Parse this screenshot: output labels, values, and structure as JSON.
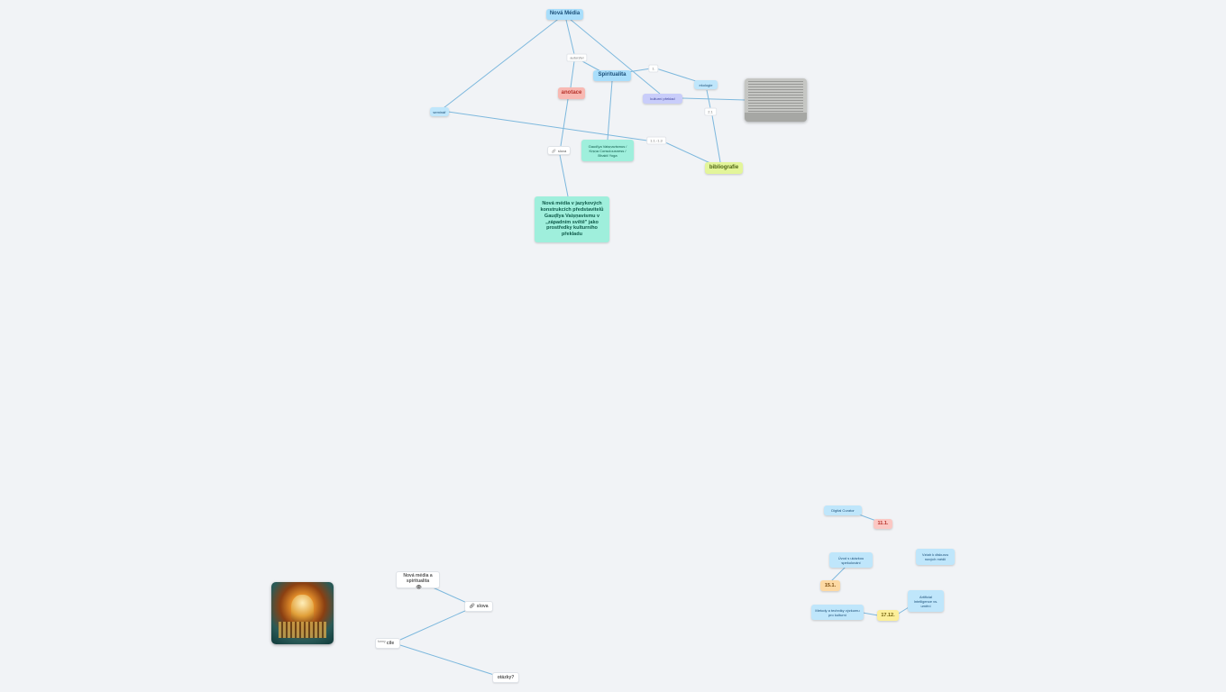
{
  "canvas": {
    "background": "#f1f3f6",
    "edge_color": "#7db8dd"
  },
  "nodes": {
    "nova_media": "Nová Média",
    "spiritualita": "Spiritualita",
    "anotace": "anotace",
    "seminar": "seminář",
    "kulturni_preklad": "kulturní překlad",
    "ekologie": "ekologie",
    "gaudiya": "Gaudīya Vaiṣṇavismus / Kṛṣṇa Consciousness / Bhakti Yoga",
    "bibliografie": "bibliografie",
    "main_topic": "Nová média v jazykových konstrukcích představitelů Gauḍīya Vaiṣṇavismu v „západním světě\" jako prostředky kulturního překladu",
    "slova_top": "slova",
    "digital_curator": "Digital Curator",
    "date_11": "11.1.",
    "uvod": "Úvod s ukázkou spekulování",
    "date_15": "15.1.",
    "metody": "Metody a techniky výzkumu pro kulturní",
    "date_17": "17.12.",
    "vztah": "Vztah k diskurzu nových médií",
    "artificial": "Artificial Intelligence vs. umění",
    "nova_media_spiritualita": "Nová média a spiritualita",
    "slova_bottom": "slova",
    "otazky": "otázky?",
    "cile": "cíle"
  },
  "edge_labels": {
    "lbl_a": "autorství",
    "lbl_b": "1.",
    "lbl_c": "1.1.-1.3",
    "lbl_d": "2.1",
    "lbl_e": "formy"
  },
  "icons": {
    "link_icon": "link-icon",
    "eye_icon": "eye-icon",
    "scan_image": "scanned-text-page-thumbnail",
    "art_image": "golden-deity-artwork-thumbnail"
  }
}
